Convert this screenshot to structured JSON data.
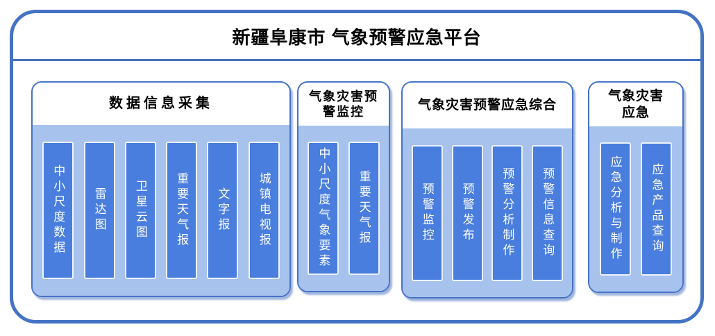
{
  "title": "新疆阜康市 气象预警应急平台",
  "groups": [
    {
      "id": "data-collection",
      "name": "数据信息采集",
      "items": [
        "中小尺度数据",
        "雷达图",
        "卫星云图",
        "重要天气报",
        "文字报",
        "城镇电视报"
      ]
    },
    {
      "id": "disaster-warning-monitoring",
      "name": "气象灾害预警监控",
      "items": [
        "中小尺度气象要素",
        "重要天气报"
      ]
    },
    {
      "id": "warning-emergency-comprehensive",
      "name": "气象灾害预警应急综合",
      "items": [
        "预警监控",
        "预警发布",
        "预警分析制作",
        "预警信息查询"
      ]
    },
    {
      "id": "disaster-emergency",
      "name": "气象灾害应急",
      "items": [
        "应急分析与制作",
        "应急产品查询"
      ]
    }
  ],
  "colors": {
    "frame_border": "#4472C4",
    "group_border": "#4673C8",
    "group_body": "#A8C2EE",
    "item_fill": "#4A7EDE",
    "item_border": "#EDF3FC",
    "item_text": "#FFFFFF",
    "title_text": "#000000"
  }
}
